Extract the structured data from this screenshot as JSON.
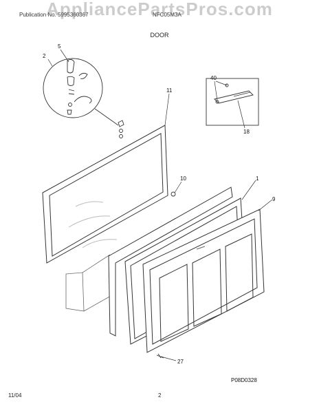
{
  "header": {
    "watermark": "AppliancePartsPros.com",
    "publication_label": "Publication No.   5995360367",
    "model": "NFC05M3A",
    "section_title": "DOOR"
  },
  "callouts": [
    "5",
    "2",
    "11",
    "40",
    "18",
    "10",
    "1",
    "9",
    "27"
  ],
  "reference_code": "P08D0328",
  "footer": {
    "date": "11/04",
    "page_number": "2"
  }
}
